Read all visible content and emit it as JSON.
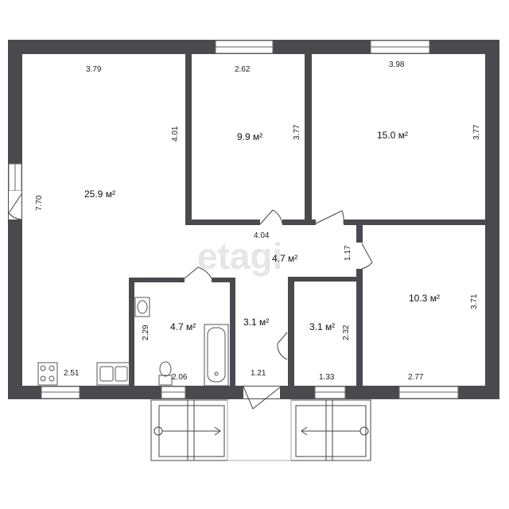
{
  "watermark": "etagi",
  "rooms": [
    {
      "id": "living",
      "area": "25.9 м²"
    },
    {
      "id": "bedroom-1",
      "area": "9.9 м²"
    },
    {
      "id": "bedroom-2",
      "area": "15.0 м²"
    },
    {
      "id": "hall",
      "area": "4.7 м²"
    },
    {
      "id": "bathroom",
      "area": "4.7 м²"
    },
    {
      "id": "corridor",
      "area": "3.1 м²"
    },
    {
      "id": "storage",
      "area": "3.1 м²"
    },
    {
      "id": "bedroom-3",
      "area": "10.3 м²"
    }
  ],
  "dimensions": {
    "living_top": "3.79",
    "living_side": "7.70",
    "living_right": "4.01",
    "living_bottom": "2.51",
    "bedroom1_top": "2.62",
    "bedroom1_right": "3.77",
    "bedroom2_top": "3.98",
    "bedroom2_right": "3.77",
    "hall_width": "4.04",
    "hall_height": "1.17",
    "bathroom_side": "2.29",
    "bathroom_bottom": "2.06",
    "corridor_bottom": "1.21",
    "storage_bottom": "1.33",
    "storage_side": "2.32",
    "bedroom3_bottom": "2.77",
    "bedroom3_side": "3.71"
  },
  "colors": {
    "wall": "#4a4a4e",
    "line": "#333333",
    "background": "#ffffff"
  }
}
